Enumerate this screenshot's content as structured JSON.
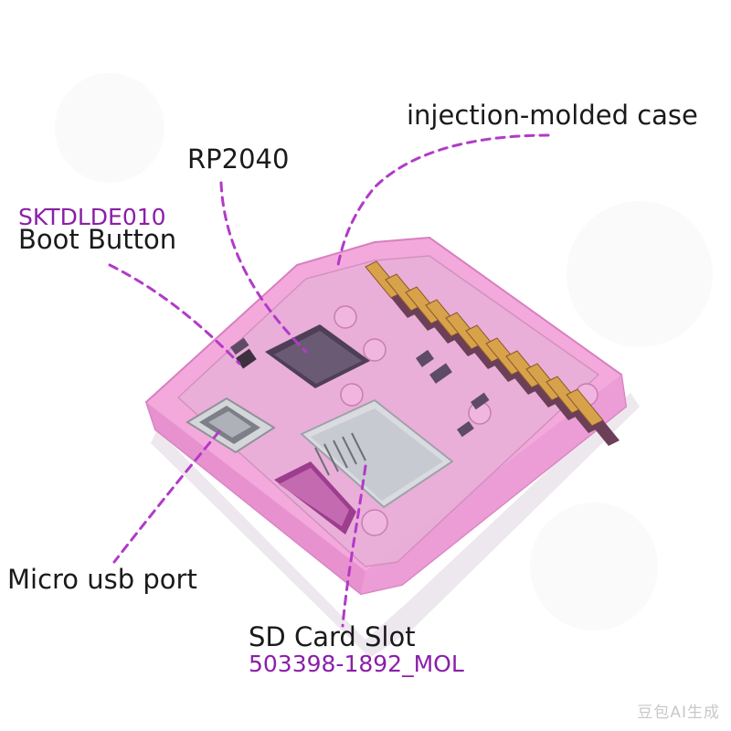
{
  "labels": {
    "case": "injection-molded case",
    "mcu": "RP2040",
    "boot_part": "SKTDLDE010",
    "boot": "Boot Button",
    "usb": "Micro usb port",
    "sd": "SD Card Slot",
    "sd_part": "503398-1892_MOL"
  },
  "watermark": "豆包AI生成",
  "colors": {
    "case": "#f4a9dd",
    "accent": "#b23ac8",
    "gold": "#d8a24a"
  }
}
